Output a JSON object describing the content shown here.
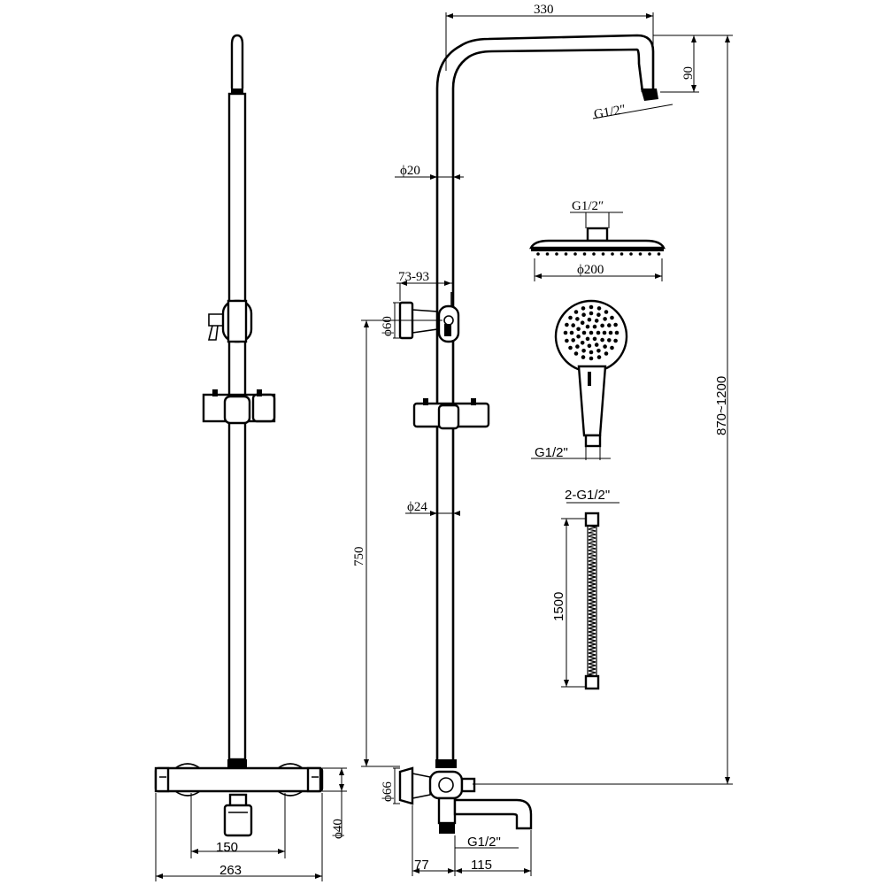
{
  "front_view": {
    "dim_150": "150",
    "dim_263": "263",
    "dim_40": "ϕ40"
  },
  "side_view": {
    "dim_330": "330",
    "dim_90": "90",
    "dim_g12_arm": "G1/2″",
    "dim_d20": "ϕ20",
    "dim_73_93": "73-93",
    "dim_d60": "ϕ60",
    "dim_d24": "ϕ24",
    "dim_750": "750",
    "dim_870_1200": "870~1200",
    "dim_d66": "ϕ66",
    "dim_g12_spout": "G1/2\"",
    "dim_77": "77",
    "dim_115": "115"
  },
  "overhead_shower": {
    "dim_g12": "G1/2″",
    "dim_d200": "ϕ200"
  },
  "hand_shower": {
    "dim_g12": "G1/2\""
  },
  "hose": {
    "dim_2g12": "2-G1/2\"",
    "dim_1500": "1500"
  }
}
